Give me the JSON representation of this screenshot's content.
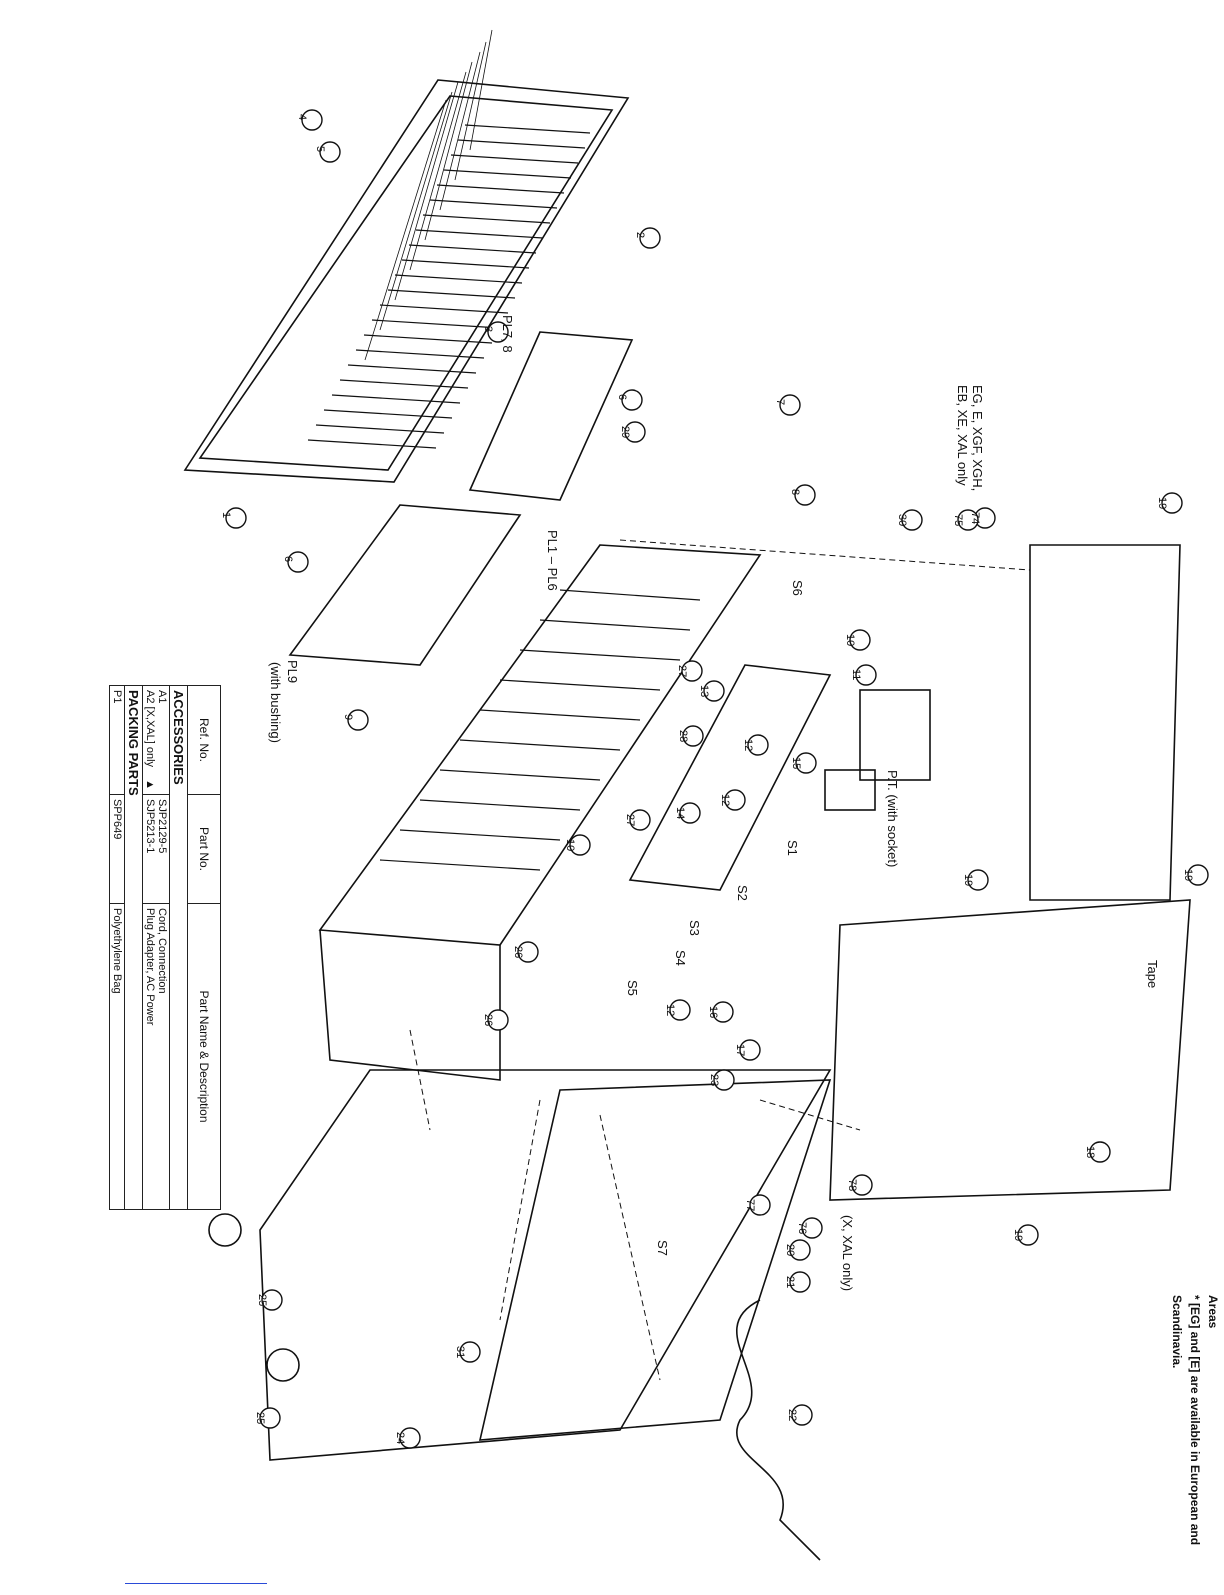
{
  "diagram": {
    "callouts": [
      "1",
      "2",
      "3",
      "4",
      "5",
      "6",
      "6",
      "7",
      "8",
      "9",
      "10",
      "10",
      "11",
      "12",
      "12",
      "12",
      "13",
      "14",
      "15",
      "16",
      "17",
      "18",
      "19",
      "19",
      "19",
      "19",
      "20",
      "21",
      "22",
      "23",
      "24",
      "25",
      "25",
      "26",
      "26",
      "27",
      "27",
      "28",
      "29",
      "30",
      "31",
      "74",
      "75",
      "76",
      "77",
      "78"
    ],
    "labels": {
      "pl78": "PL7, 8",
      "pl16": "PL1 – PL6",
      "pl9": "PL9",
      "pl9_note": "(with bushing)",
      "pt": "P.T. (with socket)",
      "tape": "Tape",
      "x_xal": "(X, XAL only)",
      "variant_models": "EG, E, XGF, XGH,",
      "variant_models2": "EB, XE, XAL only",
      "s1": "S1",
      "s2": "S2",
      "s3": "S3",
      "s4": "S4",
      "s5": "S5",
      "s6": "S6",
      "s7": "S7"
    }
  },
  "parts_table": {
    "headers": [
      "Ref. No.",
      "Part No.",
      "Part Name & Description"
    ],
    "sections": [
      {
        "title": "ACCESSORIES",
        "rows": [
          {
            "ref": "A1",
            "part": "SJP2129-5",
            "desc": "Cord, Connection"
          },
          {
            "ref": "A2 [X,XAL] only",
            "mark": "!",
            "part": "SJP5213-1",
            "desc": "Plug Adapter, AC Power"
          }
        ]
      },
      {
        "title": "PACKING PARTS",
        "rows": [
          {
            "ref": "P1",
            "part": "SPP649",
            "desc": "Polyethylene Bag"
          }
        ]
      }
    ]
  },
  "areas_note": {
    "title": "Areas",
    "text": "* [EG] and [E] are available in European and Scandinavia."
  },
  "colors": {
    "ink": "#111111",
    "link": "#2a4bd7"
  }
}
